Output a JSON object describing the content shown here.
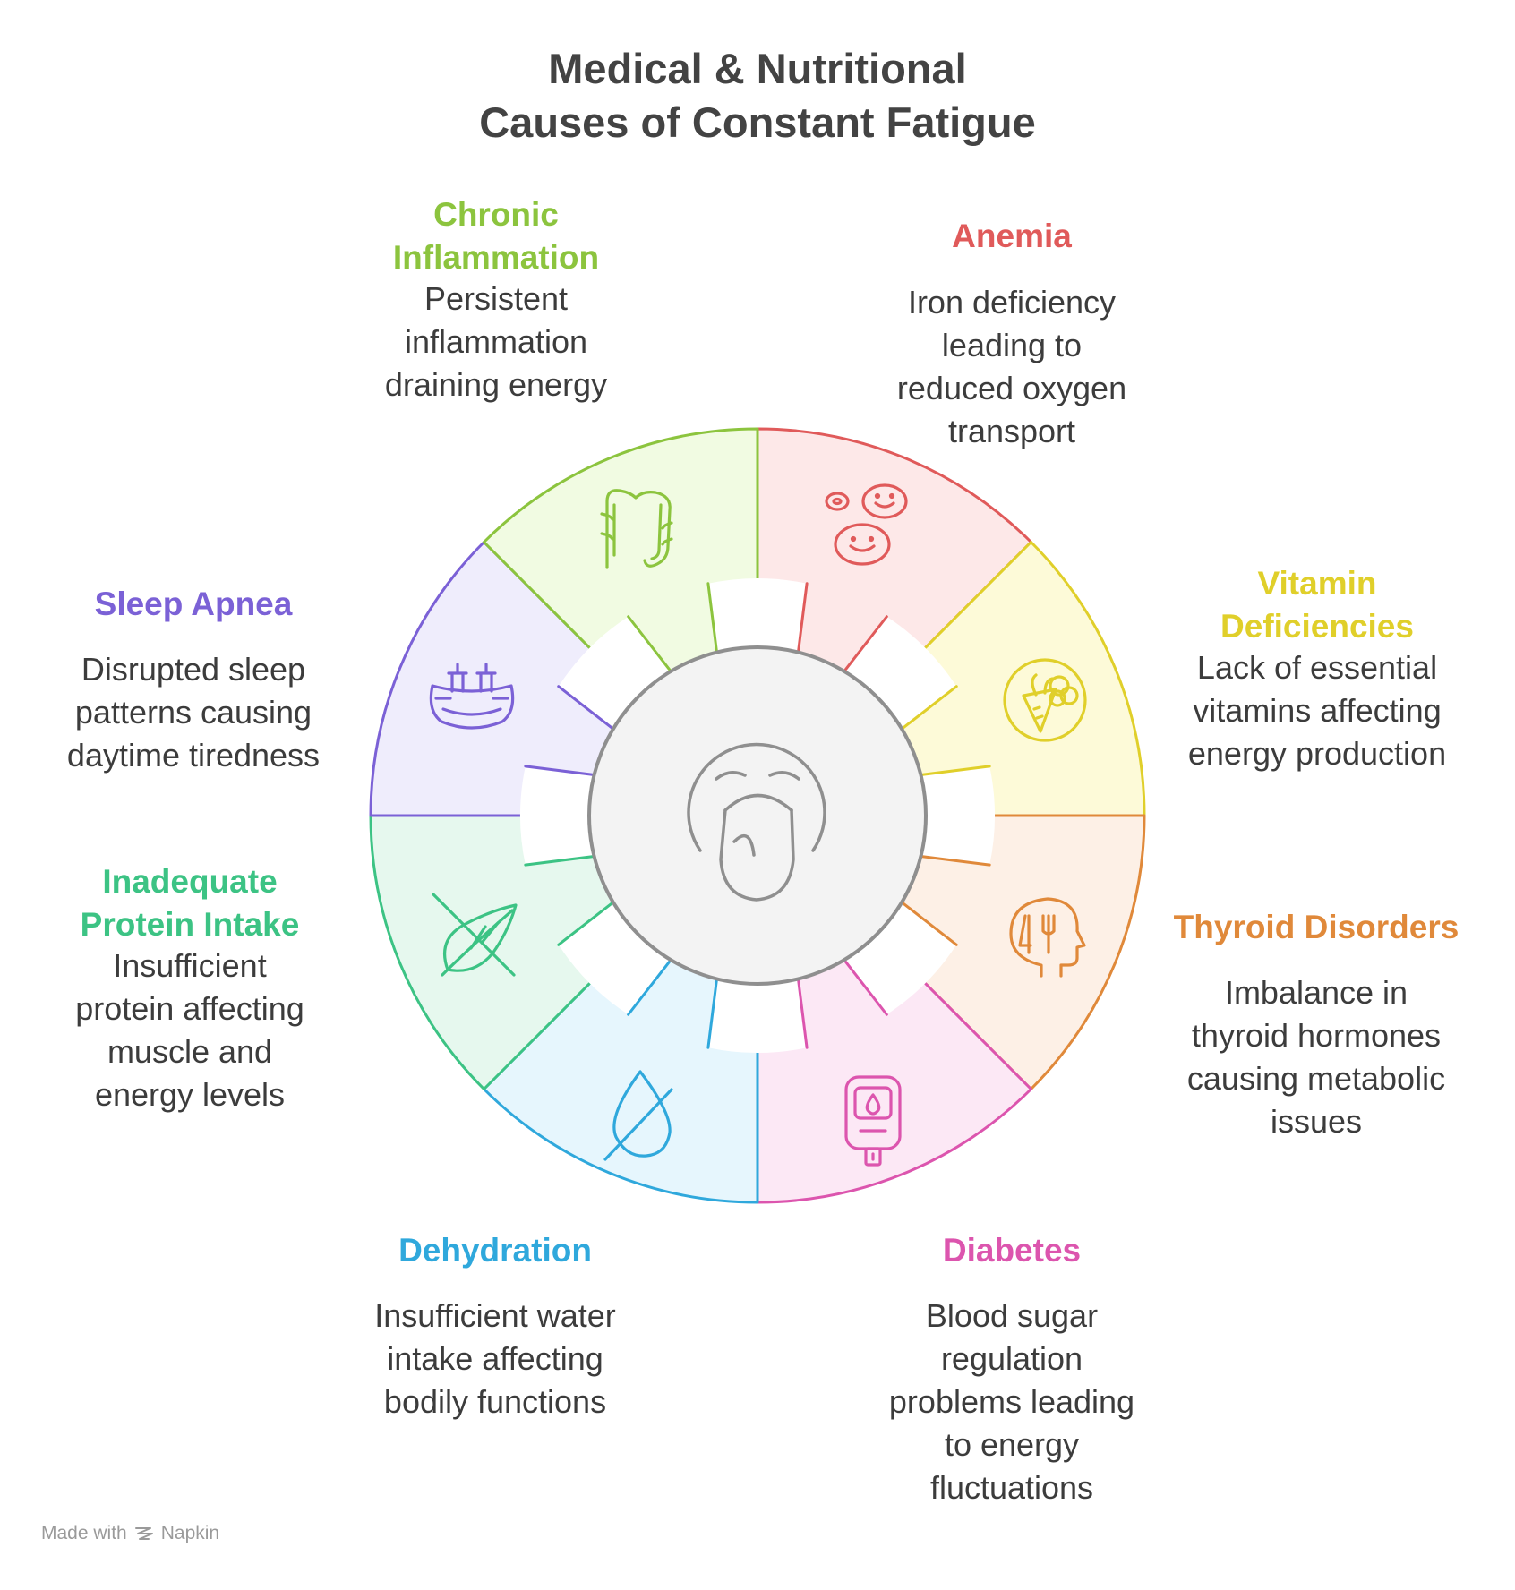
{
  "title": {
    "line1": "Medical & Nutritional",
    "line2": "Causes of Constant Fatigue"
  },
  "center_icon": "fatigued-face-icon",
  "segments": [
    {
      "id": "anemia",
      "title": [
        "Anemia"
      ],
      "description": [
        "Iron deficiency",
        "leading to",
        "reduced oxygen",
        "transport"
      ],
      "color": "#e05a5a",
      "fill": "#fde8e8",
      "icon": "red-blood-cells-icon"
    },
    {
      "id": "vitamin-deficiencies",
      "title": [
        "Vitamin",
        "Deficiencies"
      ],
      "description": [
        "Lack of essential",
        "vitamins affecting",
        "energy production"
      ],
      "color": "#e0cf2a",
      "fill": "#fdfad8",
      "icon": "vegetables-icon"
    },
    {
      "id": "thyroid-disorders",
      "title": [
        "Thyroid Disorders"
      ],
      "description": [
        "Imbalance in",
        "thyroid hormones",
        "causing metabolic",
        "issues"
      ],
      "color": "#e0893a",
      "fill": "#fdf0e6",
      "icon": "head-nutrition-icon"
    },
    {
      "id": "diabetes",
      "title": [
        "Diabetes"
      ],
      "description": [
        "Blood sugar",
        "regulation",
        "problems leading",
        "to energy",
        "fluctuations"
      ],
      "color": "#dc55ae",
      "fill": "#fce8f5",
      "icon": "glucose-meter-icon"
    },
    {
      "id": "dehydration",
      "title": [
        "Dehydration"
      ],
      "description": [
        "Insufficient water",
        "intake affecting",
        "bodily functions"
      ],
      "color": "#2fa8dc",
      "fill": "#e6f6fd",
      "icon": "no-water-drop-icon"
    },
    {
      "id": "inadequate-protein-intake",
      "title": [
        "Inadequate",
        "Protein Intake"
      ],
      "description": [
        "Insufficient",
        "protein affecting",
        "muscle and",
        "energy levels"
      ],
      "color": "#3cc384",
      "fill": "#e6f8ee",
      "icon": "no-leaf-icon"
    },
    {
      "id": "sleep-apnea",
      "title": [
        "Sleep Apnea"
      ],
      "description": [
        "Disrupted sleep",
        "patterns causing",
        "daytime tiredness"
      ],
      "color": "#7b61d6",
      "fill": "#efedfc",
      "icon": "cpap-mask-icon"
    },
    {
      "id": "chronic-inflammation",
      "title": [
        "Chronic",
        "Inflammation"
      ],
      "description": [
        "Persistent",
        "inflammation",
        "draining energy"
      ],
      "color": "#8cc43e",
      "fill": "#f1fbe2",
      "icon": "intestine-icon"
    }
  ],
  "footer": {
    "made_with": "Made with",
    "brand": "Napkin"
  }
}
